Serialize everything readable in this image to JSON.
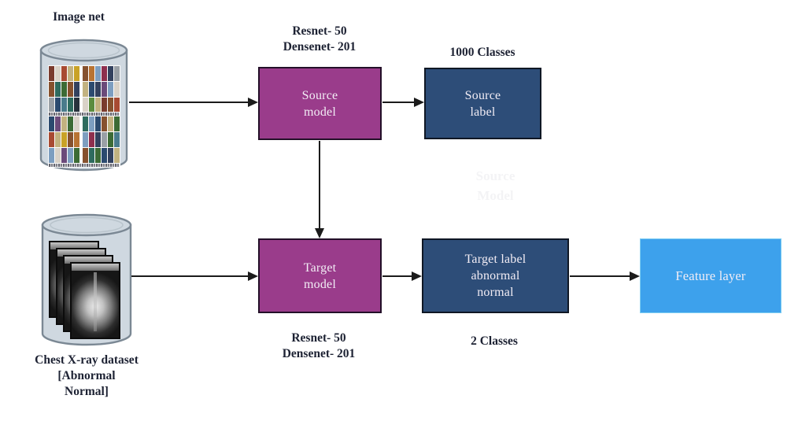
{
  "diagram": {
    "imagenet": {
      "title": "Image net"
    },
    "chest_xray": {
      "caption_line1": "Chest X-ray dataset",
      "caption_line2": "[Abnormal",
      "caption_line3": "Normal]"
    },
    "source_model": {
      "arch_line1": "Resnet- 50",
      "arch_line2": "Densenet- 201",
      "box_line1": "Source",
      "box_line2": "model"
    },
    "source_label": {
      "classes": "1000 Classes",
      "box_line1": "Source",
      "box_line2": "label"
    },
    "target_model": {
      "arch_line1": "Resnet- 50",
      "arch_line2": "Densenet- 201",
      "box_line1": "Target",
      "box_line2": "model"
    },
    "target_label": {
      "classes": "2 Classes",
      "box_line1": "Target label",
      "box_line2": "abnormal",
      "box_line3": "normal"
    },
    "feature_layer": {
      "label": "Feature layer"
    },
    "ghost_text": {
      "line1": "Source",
      "line2": "Model"
    },
    "colors": {
      "model_box": "#9a3c8b",
      "label_box": "#2d4d78",
      "feature_box": "#3da1ec",
      "arrow": "#1b1b1b",
      "cylinder_fill": "#cfd8e0",
      "cylinder_stroke": "#7b8894",
      "text_dark": "#1d2233",
      "box_text": "#f2edf5"
    }
  }
}
